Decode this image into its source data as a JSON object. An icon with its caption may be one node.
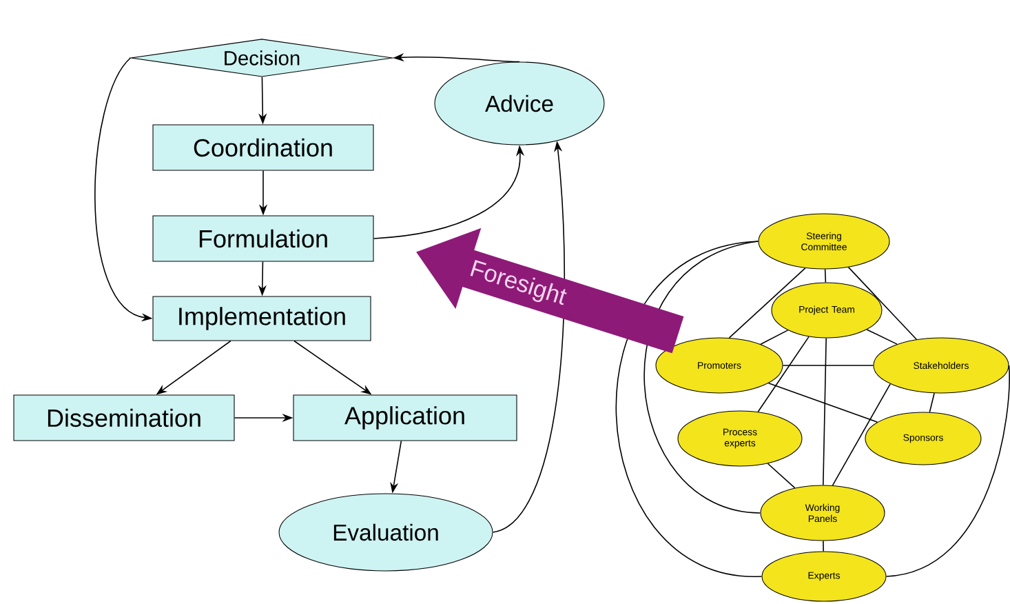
{
  "diagram": {
    "nodes": [
      {
        "text": [
          "Decision"
        ]
      },
      {
        "text": [
          "Advice"
        ]
      },
      {
        "text": [
          "Coordination"
        ]
      },
      {
        "text": [
          "Formulation"
        ]
      },
      {
        "text": [
          "Implementation"
        ]
      },
      {
        "text": [
          "Dissemination"
        ]
      },
      {
        "text": [
          "Application"
        ]
      },
      {
        "text": [
          "Evaluation"
        ]
      },
      {
        "text": [
          "Steering Committee"
        ]
      },
      {
        "text": [
          "Project Team"
        ]
      },
      {
        "text": [
          "Promoters"
        ]
      },
      {
        "text": [
          "Stakeholders"
        ]
      },
      {
        "text": [
          "Process experts"
        ]
      },
      {
        "text": [
          "Sponsors"
        ]
      },
      {
        "text": [
          "Working Panels"
        ]
      },
      {
        "text": [
          "Experts"
        ]
      }
    ],
    "edges": [
      {
        "from": 0,
        "to": 2,
        "arrow": "to"
      },
      {
        "from": 2,
        "to": 3,
        "arrow": "to"
      },
      {
        "from": 3,
        "to": 4,
        "arrow": "to"
      },
      {
        "from": 0,
        "to": 4,
        "arrow": "to"
      },
      {
        "from": 4,
        "to": 5,
        "arrow": "to"
      },
      {
        "from": 4,
        "to": 6,
        "arrow": "to"
      },
      {
        "from": 5,
        "to": 6,
        "arrow": "to"
      },
      {
        "from": 6,
        "to": 7,
        "arrow": "to"
      },
      {
        "from": 7,
        "to": 1,
        "arrow": "to"
      },
      {
        "from": 3,
        "to": 1,
        "arrow": "to"
      },
      {
        "from": 1,
        "to": 0,
        "arrow": "to"
      },
      {
        "from": 8,
        "to": 9,
        "arrow": "none"
      },
      {
        "from": 8,
        "to": 10,
        "arrow": "none"
      },
      {
        "from": 8,
        "to": 11,
        "arrow": "none"
      },
      {
        "from": 8,
        "to": 14,
        "arrow": "none"
      },
      {
        "from": 8,
        "to": 15,
        "arrow": "none"
      },
      {
        "from": 9,
        "to": 10,
        "arrow": "none"
      },
      {
        "from": 9,
        "to": 11,
        "arrow": "none"
      },
      {
        "from": 9,
        "to": 12,
        "arrow": "none"
      },
      {
        "from": 9,
        "to": 14,
        "arrow": "none"
      },
      {
        "from": 10,
        "to": 11,
        "arrow": "none"
      },
      {
        "from": 10,
        "to": 13,
        "arrow": "none"
      },
      {
        "from": 11,
        "to": 13,
        "arrow": "none"
      },
      {
        "from": 11,
        "to": 14,
        "arrow": "none"
      },
      {
        "from": 12,
        "to": 14,
        "arrow": "none"
      },
      {
        "from": 14,
        "to": 15,
        "arrow": "none"
      },
      {
        "from": 11,
        "to": 15,
        "arrow": "none"
      },
      {
        "from": 10,
        "to": 3,
        "arrow": "to",
        "label": "Foresight",
        "style": "thick",
        "color": "#8e1a78"
      }
    ]
  }
}
